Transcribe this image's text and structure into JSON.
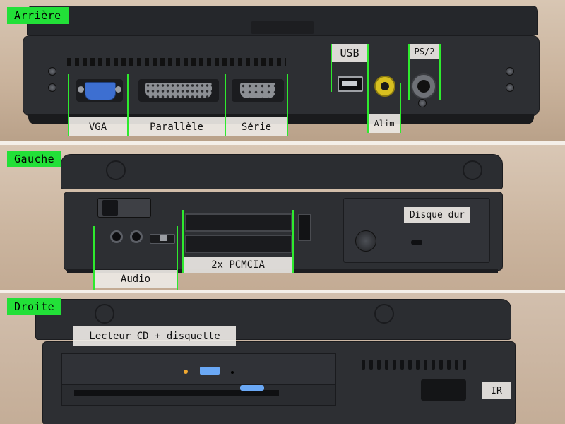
{
  "panels": {
    "back": {
      "tag": "Arrière",
      "ports": {
        "vga": "VGA",
        "parallel": "Parallèle",
        "serial": "Série",
        "usb": "USB",
        "power": "Alim",
        "ps2": "PS/2"
      }
    },
    "left": {
      "tag": "Gauche",
      "labels": {
        "hdd": "Disque dur",
        "pcmcia": "2x PCMCIA",
        "audio": "Audio"
      }
    },
    "right": {
      "tag": "Droite",
      "labels": {
        "drive": "Lecteur CD + disquette",
        "ir": "IR"
      }
    }
  },
  "colors": {
    "tag_green": "#22e038",
    "line_green": "#2eea2e",
    "laptop_black": "#2a2c30",
    "vga_blue": "#3d6fd1",
    "power_yellow": "#d8c020",
    "led_orange": "#f0a830",
    "eject_blue": "#6aa8f5"
  }
}
